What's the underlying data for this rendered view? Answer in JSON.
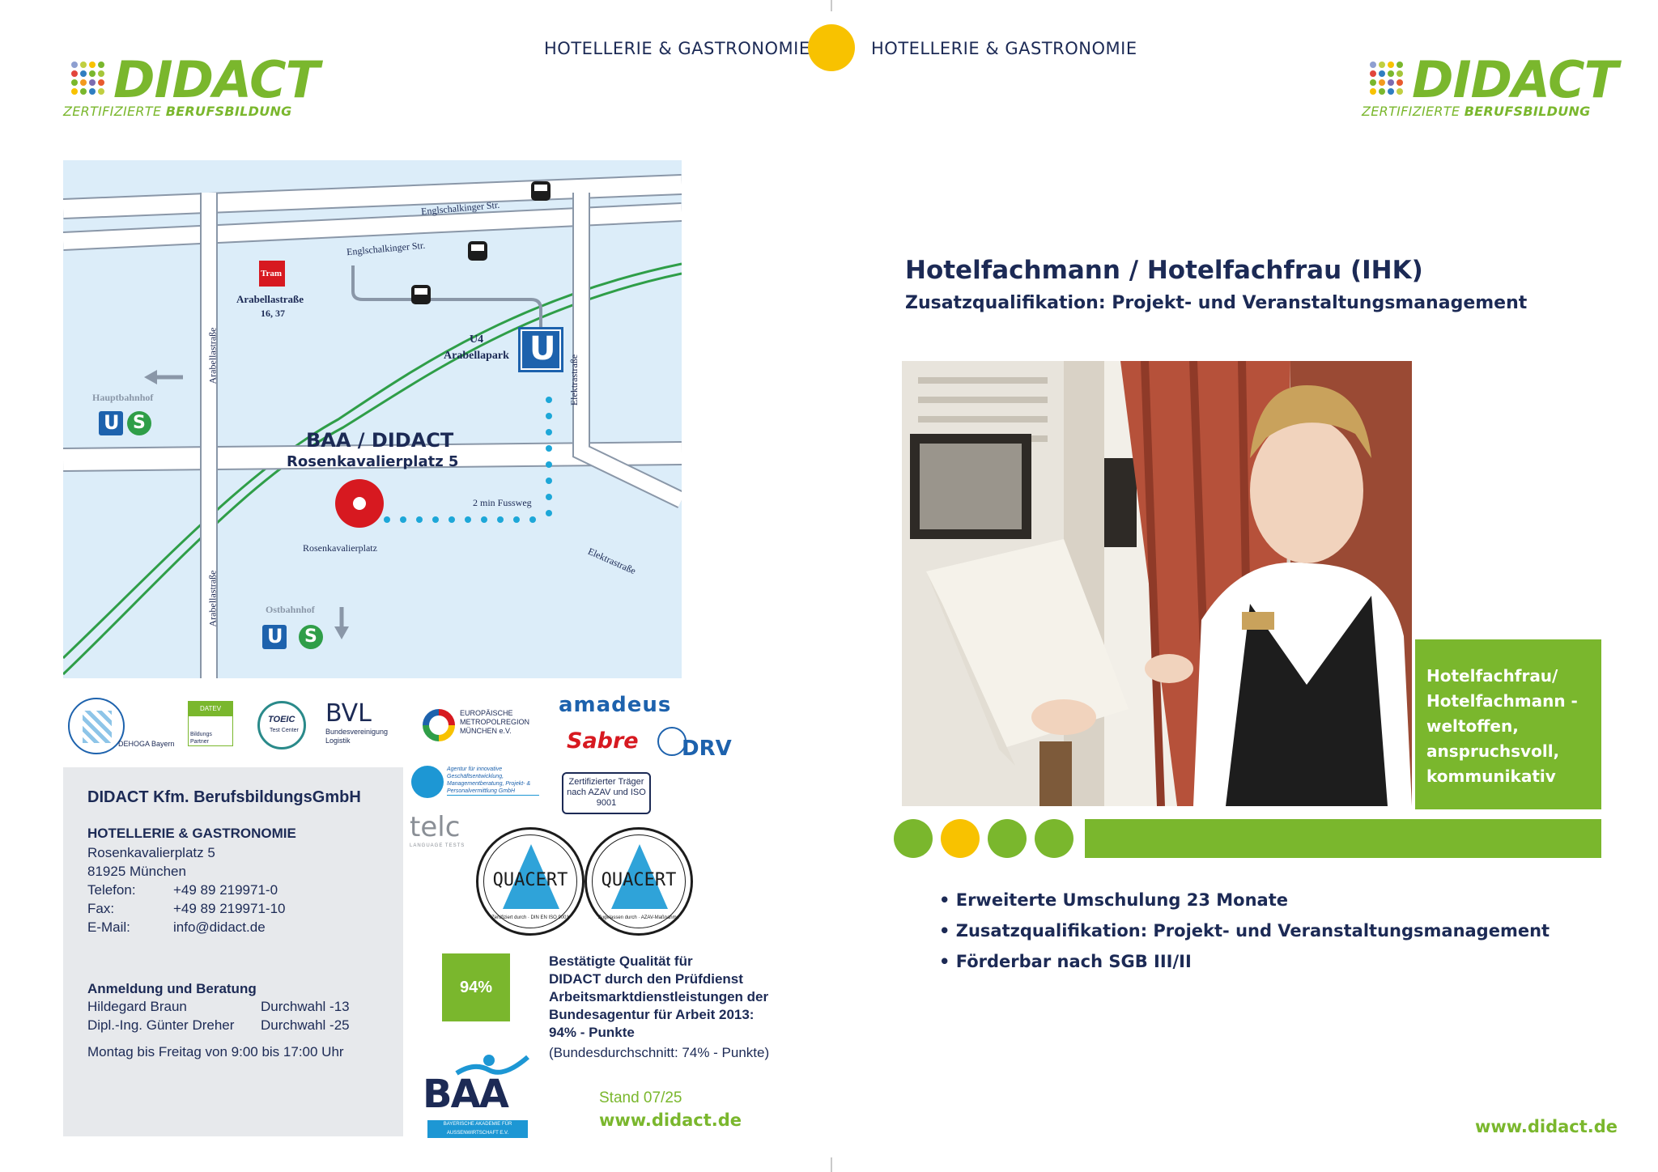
{
  "brand": {
    "name": "DIDACT",
    "tagline_prefix": "ZERTIFIZIERTE",
    "tagline_bold": "BERUFSBILDUNG",
    "color_green": "#7ab72d",
    "color_yellow": "#f8c200",
    "color_navy": "#1c2a55"
  },
  "header": {
    "left_label": "HOTELLERIE & GASTRONOMIE",
    "right_label": "HOTELLERIE & GASTRONOMIE"
  },
  "map": {
    "street_top1": "Englschalkinger Str.",
    "street_top2": "Englschalkinger Str.",
    "tram_badge": "Tram",
    "tram_stop": "Arabellastraße",
    "tram_lines": "16, 37",
    "street_arabella_upper": "Arabellastraße",
    "street_arabella_lower": "Arabellastraße",
    "street_elektra_upper": "Elektrastraße",
    "street_elektra_lower": "Elektrastraße",
    "ubahn_line": "U4",
    "ubahn_station": "Arabellapark",
    "ubahn_badge": "U",
    "hauptbahnhof": "Hauptbahnhof",
    "ostbahnhof": "Ostbahnhof",
    "u_badge": "U",
    "s_badge": "S",
    "destination_name": "BAA / DIDACT",
    "destination_address": "Rosenkavalierplatz 5",
    "walk_label": "2 min Fussweg",
    "street_bottom": "Rosenkavalierplatz"
  },
  "partners": {
    "bhg": "DEHOGA Bayern",
    "datev_top": "DATEV",
    "datev_bottom": "Bildungs Partner",
    "toeic": "TOEIC",
    "toeic_sub": "Test Center",
    "bvl": "BVL",
    "bvl_sub": "Bundesvereinigung Logistik",
    "emm": "EUROPÄISCHE METROPOLREGION MÜNCHEN e.V.",
    "amadeus": "amadeus",
    "sabre": "Sabre",
    "drv": "DRV",
    "agentur": "Agentur für innovative Geschäftsentwicklung, Managementberatung, Projekt- & Personalvermittlung GmbH",
    "azav": "Zertifizierter Träger nach AZAV und ISO 9001",
    "telc": "telc",
    "telc_sub": "LANGUAGE TESTS",
    "quacert": "QUACERT",
    "quacert1_ring": "Zertifiziert durch · DIN EN ISO 9001",
    "quacert2_ring": "Zugelassen durch · AZAV-Maßnahme",
    "baa": "BAA",
    "baa_sub": "BAYERISCHE AKADEMIE FÜR AUSSENWIRTSCHAFT E.V."
  },
  "contact": {
    "company": "DIDACT Kfm. BerufsbildungsGmbH",
    "department": "HOTELLERIE & GASTRONOMIE",
    "street": "Rosenkavalierplatz 5",
    "city": "81925 München",
    "phone_label": "Telefon:",
    "phone": "+49 89 219971-0",
    "fax_label": "Fax:",
    "fax": "+49 89 219971-10",
    "email_label": "E-Mail:",
    "email": "info@didact.de",
    "registration_heading": "Anmeldung und Beratung",
    "person1": "Hildegard Braun",
    "person1_ext": "Durchwahl -13",
    "person2": "Dipl.-Ing. Günter Dreher",
    "person2_ext": "Durchwahl -25",
    "hours": "Montag bis Freitag von 9:00 bis 17:00 Uhr"
  },
  "quality": {
    "badge": "94%",
    "line1": "Bestätigte Qualität für",
    "line2": "DIDACT durch den Prüfdienst",
    "line3": "Arbeitsmarktdienstleistungen der",
    "line4": "Bundesagentur für Arbeit 2013:",
    "line5": "94% - Punkte",
    "line6": "(Bundesdurchschnitt: 74% - Punkte)"
  },
  "footer_left": {
    "stand": "Stand 07/25",
    "url": "www.didact.de"
  },
  "right_page": {
    "title": "Hotelfachmann / Hotelfachfrau (IHK)",
    "subtitle": "Zusatzqualifikation: Projekt- und Veranstaltungsmanagement",
    "green_box": [
      "Hotelfachfrau/",
      "Hotelfachmann -",
      "weltoffen,",
      "anspruchsvoll,",
      "kommunikativ"
    ],
    "bullets": [
      "• Erweiterte Umschulung 23 Monate",
      "• Zusatzqualifikation: Projekt- und Veranstaltungsmanagement",
      "• Förderbar nach SGB III/II"
    ],
    "url": "www.didact.de"
  }
}
